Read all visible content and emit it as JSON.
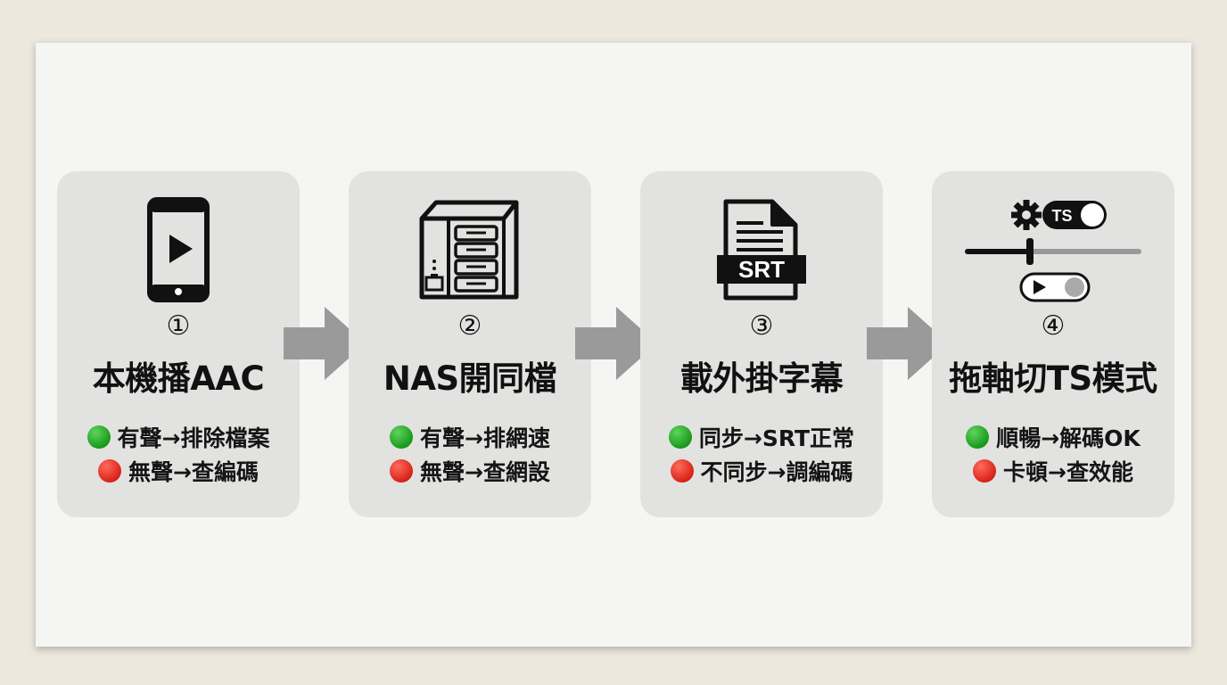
{
  "colors": {
    "background": "#ece8de",
    "sheet": "#f5f5f3",
    "card": "#e2e2e0",
    "arrow": "#9a9a9a",
    "ok": "#1a9a1a",
    "fail": "#d8231a"
  },
  "steps": [
    {
      "number": "①",
      "title": "本機播AAC",
      "icon": "phone-play-icon",
      "good": "有聲→排除檔案",
      "bad": "無聲→查編碼"
    },
    {
      "number": "②",
      "title": "NAS開同檔",
      "icon": "nas-server-icon",
      "good": "有聲→排網速",
      "bad": "無聲→查網設"
    },
    {
      "number": "③",
      "title": "載外掛字幕",
      "icon": "srt-file-icon",
      "icon_label": "SRT",
      "good": "同步→SRT正常",
      "bad": "不同步→調編碼"
    },
    {
      "number": "④",
      "title": "拖軸切TS模式",
      "icon": "player-settings-icon",
      "icon_label": "TS",
      "good": "順暢→解碼OK",
      "bad": "卡頓→查效能"
    }
  ]
}
